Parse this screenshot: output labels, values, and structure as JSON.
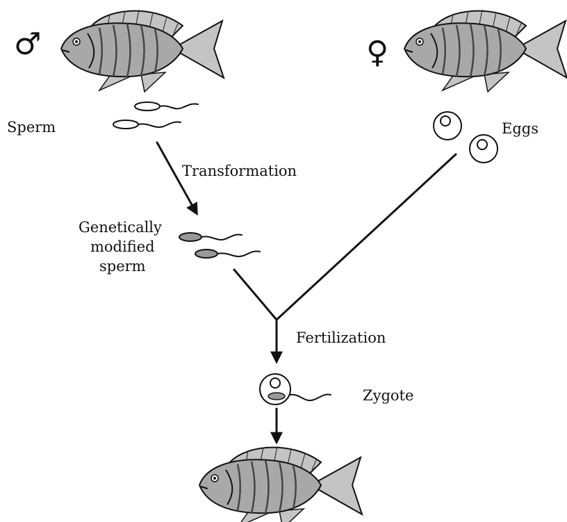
{
  "symbols": {
    "male": "♂",
    "female": "♀"
  },
  "labels": {
    "sperm": "Sperm",
    "eggs": "Eggs",
    "transformation": "Transformation",
    "gm_line1": "Genetically",
    "gm_line2": "modified",
    "gm_line3": "sperm",
    "fertilization": "Fertilization",
    "zygote": "Zygote"
  },
  "colors": {
    "fish_body": "#a8a8a8",
    "fish_fin": "#c4c4c4",
    "ink": "#111111",
    "modified_sperm_head": "#999999"
  },
  "icons": {
    "fish": "fish-icon",
    "sperm": "sperm-icon",
    "egg": "egg-icon",
    "zygote": "zygote-icon"
  }
}
